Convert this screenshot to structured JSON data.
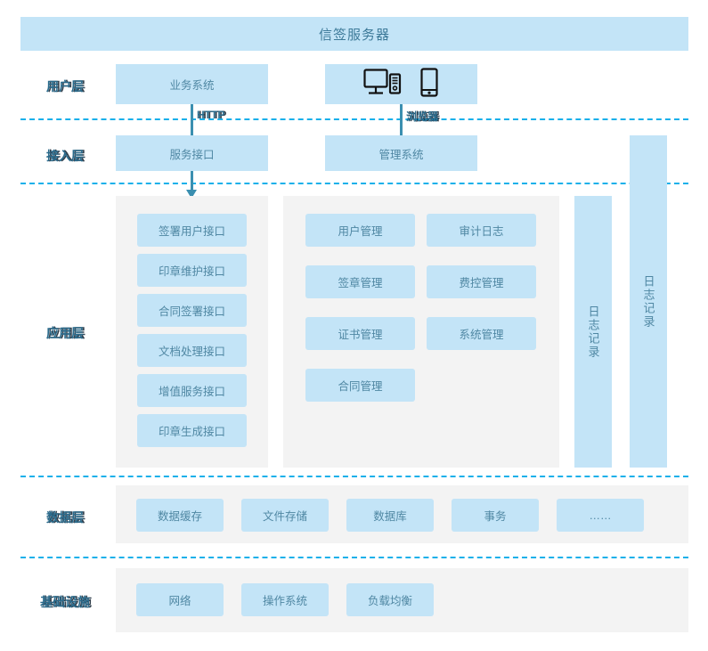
{
  "title": "信签服务器",
  "layers": [
    {
      "id": "user",
      "label": "用户层"
    },
    {
      "id": "access",
      "label": "接入层"
    },
    {
      "id": "app",
      "label": "应用层"
    },
    {
      "id": "data",
      "label": "数据层"
    },
    {
      "id": "infra",
      "label": "基础设施"
    }
  ],
  "user_layer": {
    "business_system": "业务系统",
    "devices": [
      {
        "name": "desktop-computer-icon"
      },
      {
        "name": "mobile-phone-icon"
      }
    ]
  },
  "connectors": [
    {
      "label": "HTTP"
    },
    {
      "label": "浏览器"
    }
  ],
  "access_layer": {
    "service_interface": "服务接口",
    "management_system": "管理系统"
  },
  "app_layer": {
    "interfaces": [
      "签署用户接口",
      "印章维护接口",
      "合同签署接口",
      "文档处理接口",
      "增值服务接口",
      "印章生成接口"
    ],
    "modules_left": [
      "用户管理",
      "签章管理",
      "证书管理",
      "合同管理"
    ],
    "modules_right": [
      "审计日志",
      "费控管理",
      "系统管理"
    ],
    "log_bars": [
      "日志记录",
      "日志记录"
    ]
  },
  "data_layer": {
    "items": [
      "数据缓存",
      "文件存储",
      "数据库",
      "事务",
      "……"
    ]
  },
  "infra_layer": {
    "items": [
      "网络",
      "操作系统",
      "负载均衡"
    ]
  },
  "colors": {
    "node_fill": "#c3e4f7",
    "node_text": "#4f87a3",
    "panel_fill": "#f3f3f3",
    "separator": "#18b0ea",
    "arrow": "#3b8fb0",
    "label_text": "#2b6b8c",
    "background": "#ffffff"
  }
}
